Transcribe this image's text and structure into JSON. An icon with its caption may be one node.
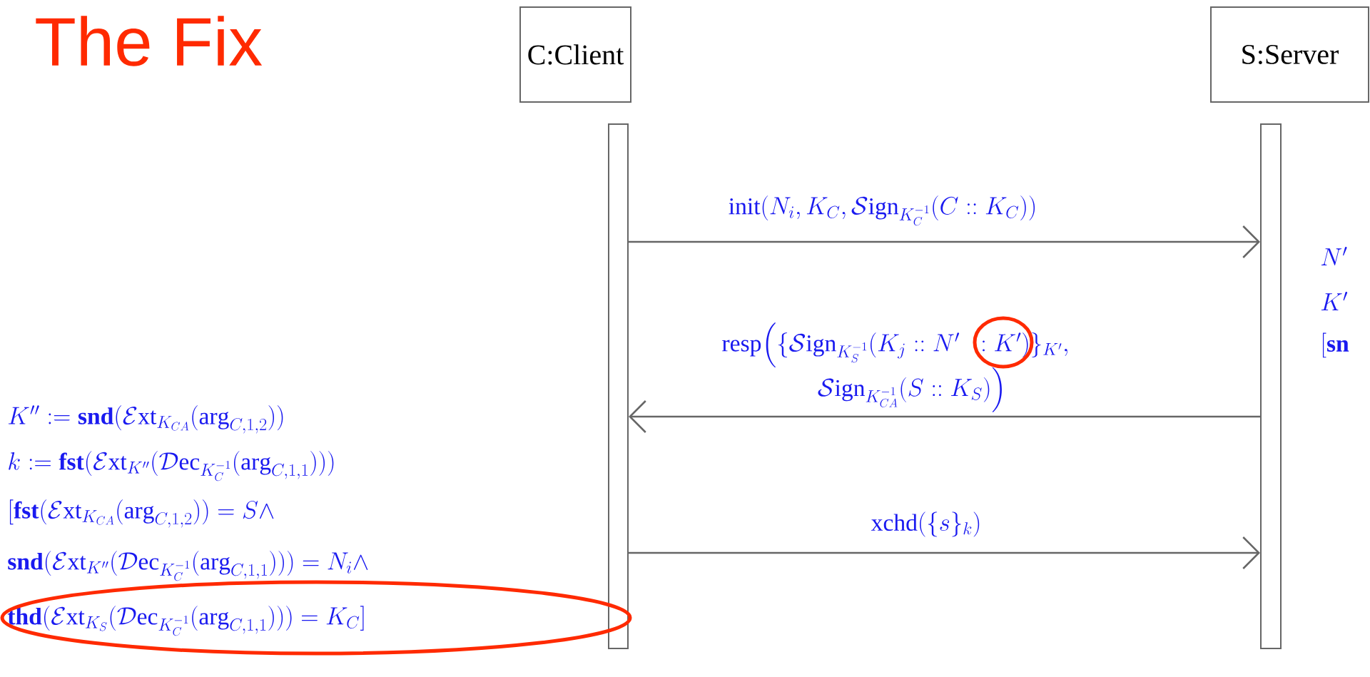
{
  "diagram": {
    "title": "The Fix",
    "nodes": [
      {
        "text": [
          "C:Client"
        ]
      },
      {
        "text": [
          "S:Server"
        ]
      },
      {
        "text": [],
        "shape": "bar"
      },
      {
        "text": [],
        "shape": "bar"
      }
    ],
    "edges": [
      {
        "from": 2,
        "to": 3,
        "arrow": "to",
        "label": "\\mathrm{init}(N_i, K_C, \\mathcal{S}\\mathrm{ign}_{K_C^{-1}}(C :: K_C))"
      },
      {
        "from": 3,
        "to": 2,
        "arrow": "to",
        "label": "\\begin{array}{l}\\mathrm{resp}\\Big(\\{\\mathcal{S}\\mathrm{ign}_{K_S^{-1}}(K_j :: N' \\;\\; : K')\\}_{K'},\\\\ \\qquad\\qquad\\mathcal{S}\\mathrm{ign}_{K_{CA}^{-1}}(S :: K_S)\\Big)\\end{array}"
      },
      {
        "from": 2,
        "to": 3,
        "arrow": "to",
        "label": "\\mathrm{xchd}(\\{s\\}_k)"
      }
    ],
    "labels": [
      "K'' := \\mathbf{snd}(\\mathcal{E}\\mathrm{xt}_{K_{CA}}(\\mathrm{arg}_{C,1,2}))",
      "k := \\mathbf{fst}(\\mathcal{E}\\mathrm{xt}_{K''}(\\mathcal{D}\\mathrm{ec}_{K_C^{-1}}(\\mathrm{arg}_{C,1,1})))",
      "[\\mathbf{fst}(\\mathcal{E}\\mathrm{xt}_{K_{CA}}(\\mathrm{arg}_{C,1,2})) = S \\wedge",
      "\\mathbf{snd}(\\mathcal{E}\\mathrm{xt}_{K''}(\\mathcal{D}\\mathrm{ec}_{K_C^{-1}}(\\mathrm{arg}_{C,1,1})))=N_i \\wedge",
      "\\mathbf{thd}(\\mathcal{E}\\mathrm{xt}_{K_S}(\\mathcal{D}\\mathrm{ec}_{K_C^{-1}}(\\mathrm{arg}_{C,1,1}))) = K_C]",
      "N'",
      "K'",
      "[\\mathbf{sn}"
    ]
  }
}
